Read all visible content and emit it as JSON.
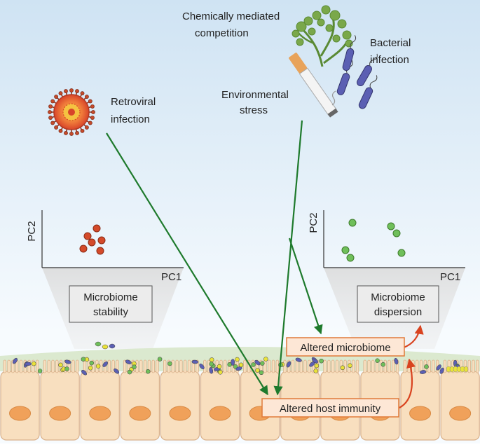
{
  "labels": {
    "chemical": [
      "Chemically mediated",
      "competition"
    ],
    "bacterial": [
      "Bacterial",
      "infection"
    ],
    "retroviral": [
      "Retroviral",
      "infection"
    ],
    "environmental": [
      "Environmental",
      "stress"
    ]
  },
  "left_panel": {
    "y_axis": "PC2",
    "x_axis": "PC1",
    "box": [
      "Microbiome",
      "stability"
    ]
  },
  "right_panel": {
    "y_axis": "PC2",
    "x_axis": "PC1",
    "box": [
      "Microbiome",
      "dispersion"
    ]
  },
  "outcomes": {
    "microbiome": "Altered microbiome",
    "immunity": "Altered host immunity"
  },
  "colors": {
    "sky_top": "#cfe3f3",
    "sky_bottom": "#f7fbfe",
    "arrow_green": "#1e7a2c",
    "arrow_red": "#d9431f",
    "stable_dots": "#d44a2a",
    "dispersed_dots": "#6fbf5a",
    "cell_fill": "#f8dfbf",
    "nucleus": "#f0a15a",
    "outcome_box": "#fde7d6",
    "outcome_border": "#e07a3a",
    "mucus": "#dbe9cf"
  }
}
